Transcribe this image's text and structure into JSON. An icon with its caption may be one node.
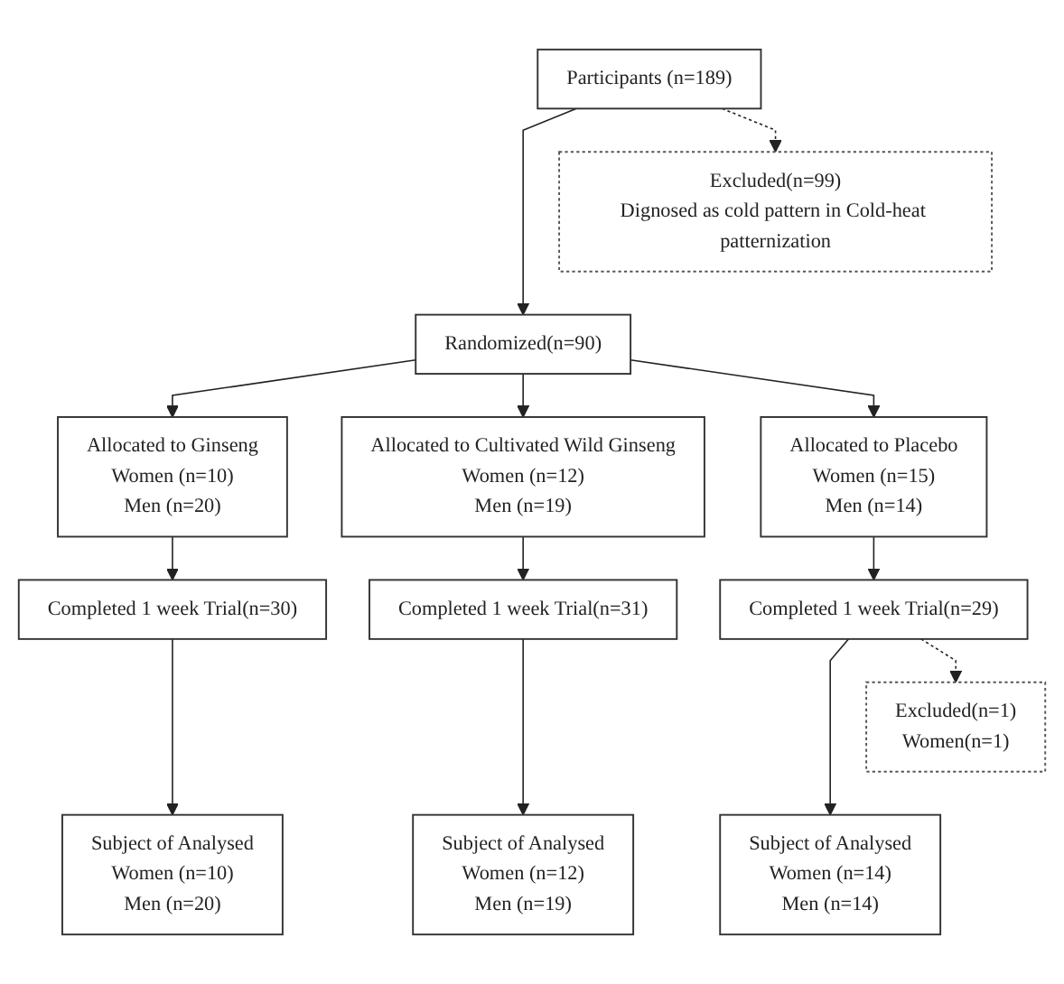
{
  "diagram": {
    "nodes": [
      {
        "text": [
          "Participants (n=189)"
        ]
      },
      {
        "text": [
          "Excluded(n=99)",
          "Dignosed as cold pattern in Cold-heat patternization"
        ]
      },
      {
        "text": [
          "Randomized(n=90)"
        ]
      },
      {
        "text": [
          "Allocated to Ginseng",
          "Women (n=10)",
          "Men (n=20)"
        ]
      },
      {
        "text": [
          "Allocated to Cultivated Wild Ginseng",
          "Women (n=12)",
          "Men (n=19)"
        ]
      },
      {
        "text": [
          "Allocated to Placebo",
          "Women (n=15)",
          "Men (n=14)"
        ]
      },
      {
        "text": [
          "Completed 1 week Trial(n=30)"
        ]
      },
      {
        "text": [
          "Completed 1 week Trial(n=31)"
        ]
      },
      {
        "text": [
          "Completed 1 week Trial(n=29)"
        ]
      },
      {
        "text": [
          "Excluded(n=1)",
          "Women(n=1)"
        ]
      },
      {
        "text": [
          "Subject of Analysed",
          "Women (n=10)",
          "Men (n=20)"
        ]
      },
      {
        "text": [
          "Subject of Analysed",
          "Women (n=12)",
          "Men (n=19)"
        ]
      },
      {
        "text": [
          "Subject of Analysed",
          "Women (n=14)",
          "Men (n=14)"
        ]
      }
    ],
    "edges": [
      {
        "from": 0,
        "to": 2,
        "arrow": "to"
      },
      {
        "from": 0,
        "to": 1,
        "arrow": "to",
        "style": "dashed"
      },
      {
        "from": 2,
        "to": 3,
        "arrow": "to"
      },
      {
        "from": 2,
        "to": 4,
        "arrow": "to"
      },
      {
        "from": 2,
        "to": 5,
        "arrow": "to"
      },
      {
        "from": 3,
        "to": 6,
        "arrow": "to"
      },
      {
        "from": 4,
        "to": 7,
        "arrow": "to"
      },
      {
        "from": 5,
        "to": 8,
        "arrow": "to"
      },
      {
        "from": 6,
        "to": 10,
        "arrow": "to"
      },
      {
        "from": 7,
        "to": 11,
        "arrow": "to"
      },
      {
        "from": 8,
        "to": 12,
        "arrow": "to"
      },
      {
        "from": 8,
        "to": 9,
        "arrow": "to",
        "style": "dashed"
      }
    ]
  }
}
